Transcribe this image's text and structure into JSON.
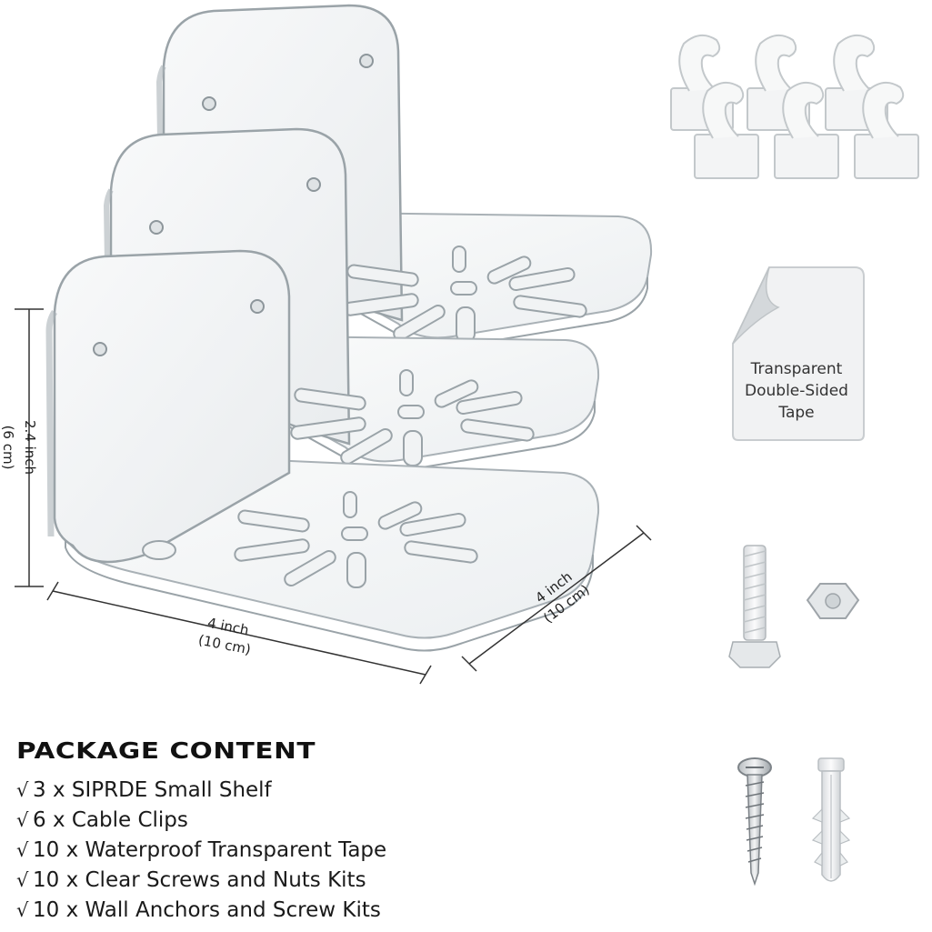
{
  "dimensions": {
    "height": "2.4 inch",
    "height_metric": "(6 cm)",
    "width": "4 inch",
    "width_metric": "(10 cm)",
    "depth": "4 inch",
    "depth_metric": "(10 cm)"
  },
  "tape_label": {
    "line1": "Transparent",
    "line2": "Double-Sided",
    "line3": "Tape"
  },
  "package": {
    "heading": "PACKAGE CONTENT",
    "check_symbol": "√",
    "items": [
      "3 x SIPRDE Small Shelf",
      "6 x Cable Clips",
      "10 x Waterproof Transparent Tape",
      "10 x Clear Screws and Nuts Kits",
      "10 x Wall Anchors and Screw Kits"
    ]
  },
  "colors": {
    "acrylic_edge": "#9aa3a8",
    "acrylic_fill": "#f4f6f7",
    "text": "#111111",
    "metal": "#8e9398"
  }
}
